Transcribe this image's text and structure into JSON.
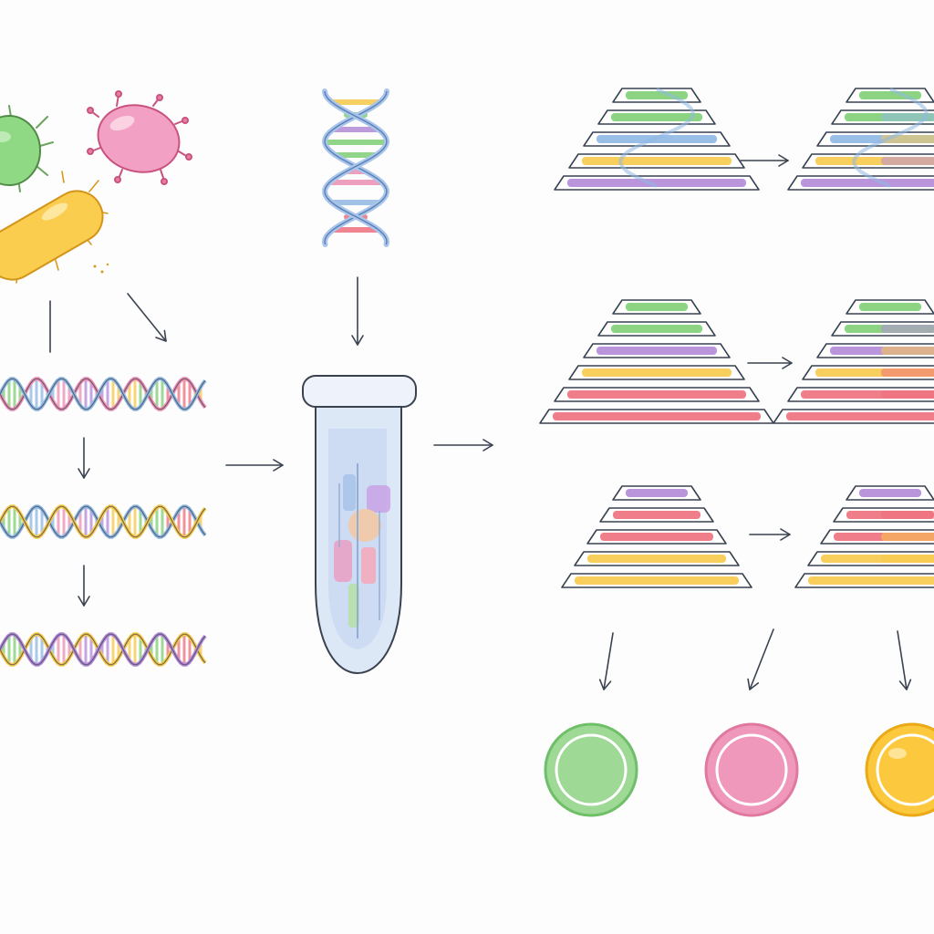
{
  "colors": {
    "ink": "#3a4250",
    "green": "#7fcf74",
    "pink": "#ec8fb4",
    "yellow": "#f7c94a",
    "blue": "#8fb8e3",
    "purple": "#b48ad8",
    "red": "#ee6f7d",
    "tube_fill": "#dbe6f6",
    "background": "#fdfdfd"
  },
  "organisms": [
    "green-microbe",
    "pink-microbe",
    "yellow-bacterium"
  ],
  "sample_dna_count": 3,
  "stacks": [
    {
      "row": 1,
      "bands": [
        "green",
        "green",
        "blue",
        "yellow",
        "purple"
      ]
    },
    {
      "row": 2,
      "bands": [
        "green",
        "green",
        "purple",
        "yellow",
        "red",
        "red"
      ]
    },
    {
      "row": 3,
      "bands": [
        "purple",
        "red",
        "red",
        "yellow",
        "yellow"
      ]
    }
  ],
  "outputs": [
    "green",
    "pink",
    "yellow"
  ]
}
